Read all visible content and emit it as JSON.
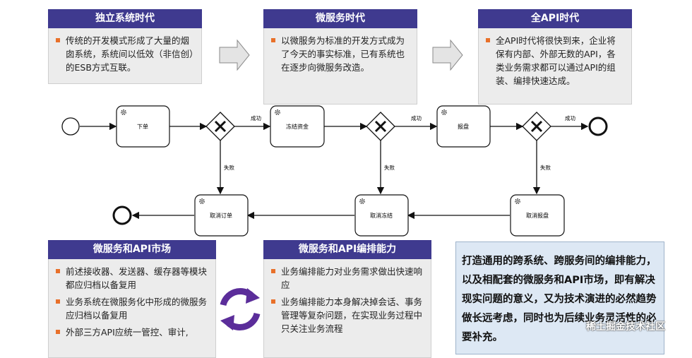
{
  "panels": [
    {
      "title": "独立系统时代",
      "bullets": [
        "传统的开发模式形成了大量的烟囱系统，系统间以低效（非信创）的ESB方式互联。"
      ]
    },
    {
      "title": "微服务时代",
      "bullets": [
        "以微服务为标准的开发方式成为了今天的事实标准，已有系统也在逐步向微服务改造。"
      ]
    },
    {
      "title": "全API时代",
      "bullets": [
        "全API时代将很快到来，企业将保有内部、外部无数的API，各类业务需求都可以通过API的组装、编排快速达成。"
      ]
    },
    {
      "title": "微服务和API市场",
      "bullets": [
        "前述接收器、发送器、缓存器等模块都应归档以备复用",
        "业务系统在微服务化中形成的微服务应归档以备复用",
        "外部三方API应统一管控、审计,"
      ]
    },
    {
      "title": "微服务和API编排能力",
      "bullets": [
        "业务编排能力对业务需求做出快速响应",
        "业务编排能力本身解决掉会话、事务管理等复杂问题，在实现业务过程中只关注业务流程"
      ]
    }
  ],
  "summary": "打造通用的跨系统、跨服务间的编排能力，以及相配套的微服务和API市场，即有解决现实问题的意义，又为技术演进的必然趋势做长远考虑，同时也为后续业务灵活性的必要补充。",
  "watermark": "稀土掘金技术社区",
  "flow": {
    "tasks": [
      "下单",
      "冻结资金",
      "报盘"
    ],
    "compensations": [
      "取消订单",
      "取消冻结",
      "取消报盘"
    ],
    "success_label": "成功",
    "fail_label": "失败"
  },
  "colors": {
    "header": "#3f3a8f",
    "body": "#ececec",
    "bullet": "#e8702a",
    "summary_bg": "#dde8f4",
    "cycle": "#5b2d9a"
  }
}
